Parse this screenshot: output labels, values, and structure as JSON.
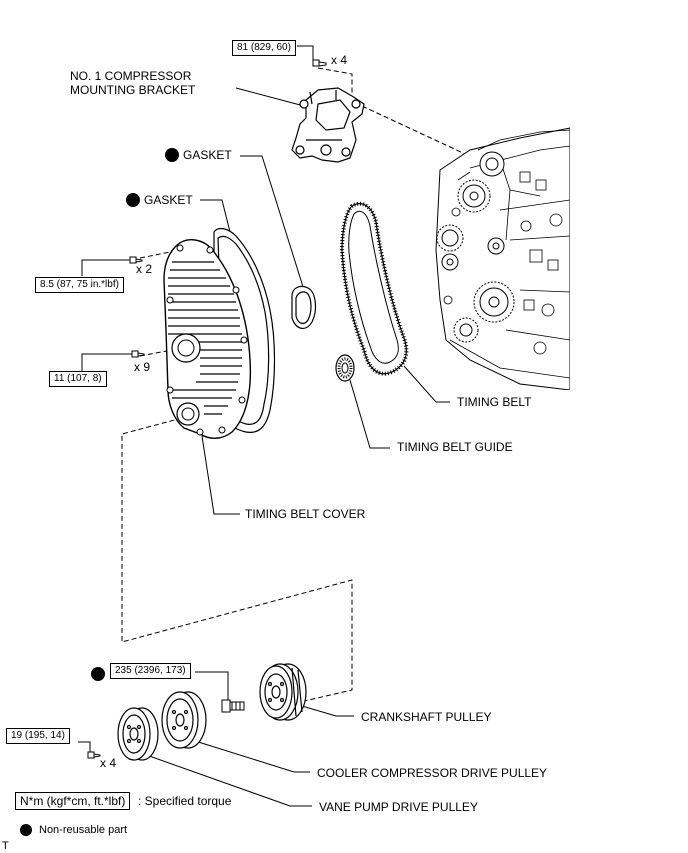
{
  "torque_specs": {
    "bracket_bolt": "81 (829, 60)",
    "cover_upper_bolt": "8.5 (87, 75 in.*lbf)",
    "cover_lower_bolt": "11 (107, 8)",
    "crank_bolt": "235 (2396, 173)",
    "pump_bolt": "19 (195, 14)"
  },
  "quantities": {
    "bracket_bolts": "x 4",
    "cover_upper_bolts": "x 2",
    "cover_lower_bolts": "x 9",
    "pump_bolts": "x 4"
  },
  "parts": {
    "compressor_bracket_line1": "NO. 1 COMPRESSOR",
    "compressor_bracket_line2": "MOUNTING BRACKET",
    "gasket_upper": "GASKET",
    "gasket_lower": "GASKET",
    "timing_belt": "TIMING BELT",
    "timing_belt_guide": "TIMING BELT GUIDE",
    "timing_belt_cover": "TIMING BELT COVER",
    "crankshaft_pulley": "CRANKSHAFT PULLEY",
    "cooler_compressor_drive_pulley": "COOLER COMPRESSOR DRIVE PULLEY",
    "vane_pump_drive_pulley": "VANE PUMP DRIVE PULLEY"
  },
  "legend": {
    "torque_unit": "N*m (kgf*cm, ft.*lbf)",
    "torque_desc": ": Specified torque",
    "nonreusable_desc": "Non-reusable part"
  },
  "corner_mark": "T"
}
